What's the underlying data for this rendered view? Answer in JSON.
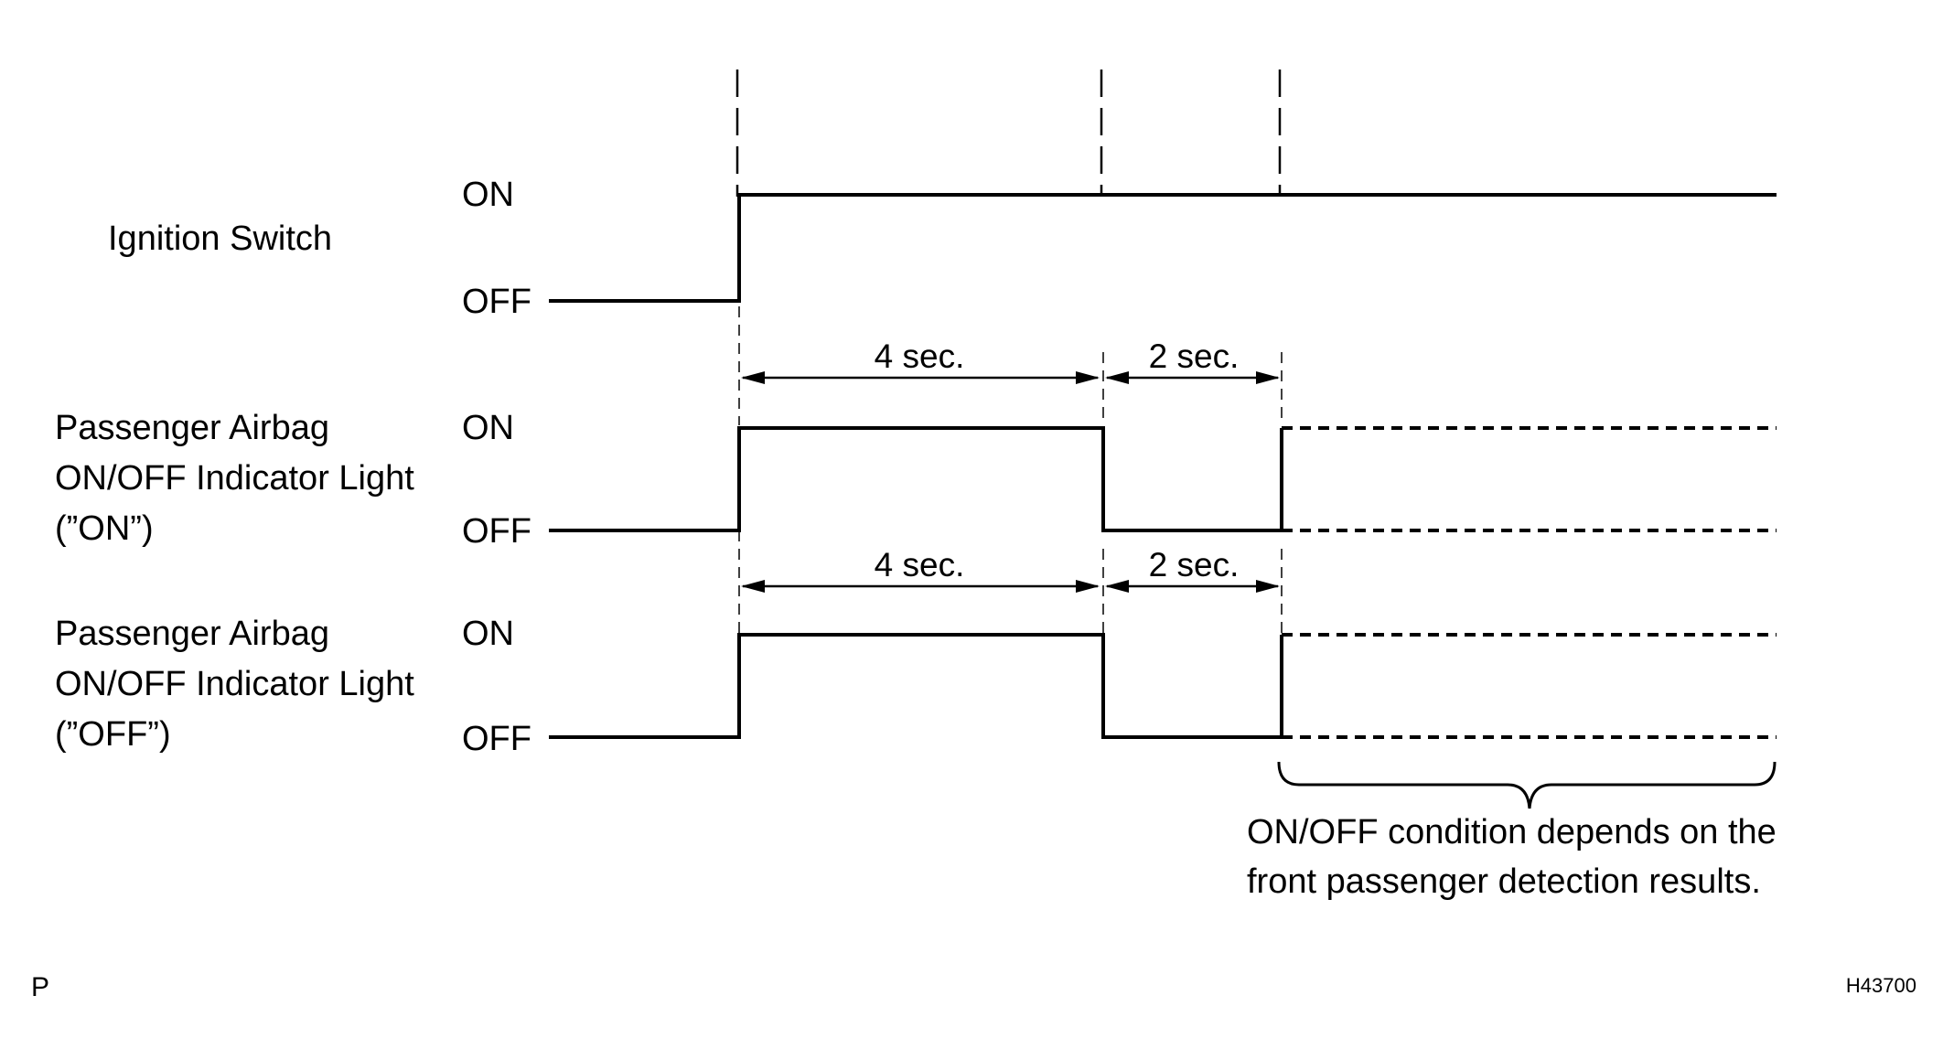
{
  "signals": [
    {
      "name": "Ignition Switch",
      "label_lines": [
        "Ignition Switch"
      ],
      "states": {
        "high": "ON",
        "low": "OFF"
      }
    },
    {
      "name": "Passenger Airbag ON/OFF Indicator Light (\"ON\")",
      "label_lines": [
        "Passenger Airbag",
        "ON/OFF Indicator Light",
        "(”ON”)"
      ],
      "states": {
        "high": "ON",
        "low": "OFF"
      }
    },
    {
      "name": "Passenger Airbag ON/OFF Indicator Light (\"OFF\")",
      "label_lines": [
        "Passenger Airbag",
        "ON/OFF Indicator Light",
        "(”OFF”)"
      ],
      "states": {
        "high": "ON",
        "low": "OFF"
      }
    }
  ],
  "durations": {
    "first": "4 sec.",
    "second": "2 sec."
  },
  "note": {
    "line1": "ON/OFF condition depends on the",
    "line2": "front passenger detection results."
  },
  "corner": {
    "left": "P",
    "right": "H43700"
  }
}
